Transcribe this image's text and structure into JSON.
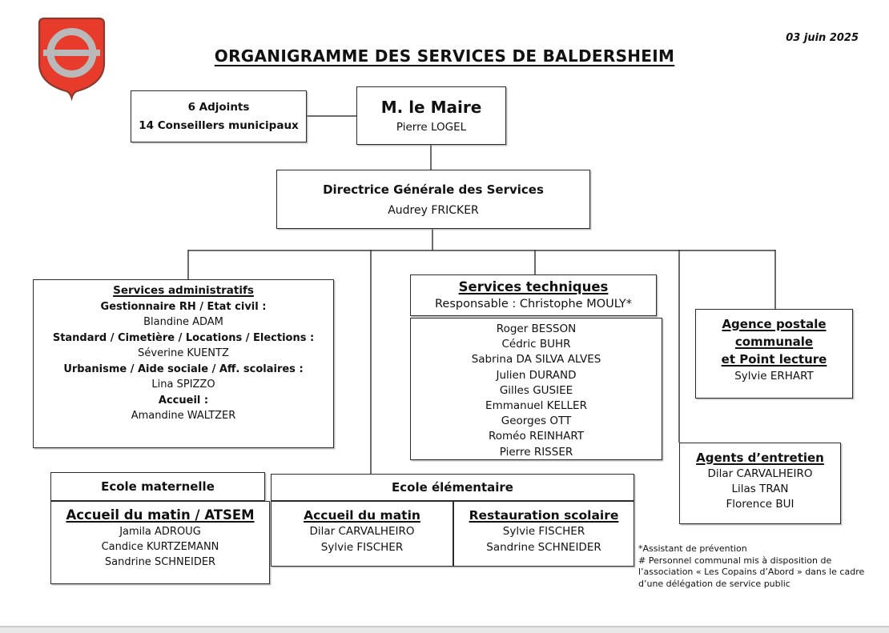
{
  "page": {
    "title": "ORGANIGRAMME DES SERVICES DE BALDERSHEIM",
    "date": "03 juin 2025",
    "logo": "baldersheim-coat-of-arms",
    "colors": {
      "shield_red": "#e73b2c",
      "shield_outline": "#8b3a30",
      "ring_gray": "#b9b9b9",
      "line": "#3a3a3a"
    }
  },
  "council": {
    "line1": "6 Adjoints",
    "line2": "14 Conseillers municipaux"
  },
  "mayor": {
    "title": "M. le Maire",
    "name": "Pierre LOGEL"
  },
  "dgs": {
    "title": "Directrice Générale des Services",
    "name": "Audrey FRICKER"
  },
  "services_administratifs": {
    "title": "Services administratifs",
    "entries": [
      {
        "role": "Gestionnaire RH / Etat civil :",
        "name": "Blandine ADAM"
      },
      {
        "role": "Standard / Cimetière / Locations / Elections :",
        "name": "Séverine KUENTZ"
      },
      {
        "role": "Urbanisme / Aide sociale / Aff. scolaires :",
        "name": "Lina SPIZZO"
      },
      {
        "role": "Accueil :",
        "name": "Amandine WALTZER"
      }
    ]
  },
  "services_techniques": {
    "title": "Services techniques",
    "responsable": "Responsable : Christophe MOULY*",
    "staff": [
      "Roger BESSON",
      "Cédric BUHR",
      "Sabrina DA SILVA ALVES",
      "Julien DURAND",
      "Gilles GUSIEE",
      "Emmanuel KELLER",
      "Georges OTT",
      "Roméo REINHART",
      "Pierre RISSER"
    ]
  },
  "agence_postale": {
    "title_lines": [
      "Agence postale",
      "communale",
      "et Point lecture"
    ],
    "name": "Sylvie ERHART"
  },
  "agents_entretien": {
    "title": "Agents d’entretien",
    "staff": [
      "Dilar CARVALHEIRO",
      "Lilas TRAN",
      "Florence BUI"
    ]
  },
  "ecole_maternelle": {
    "title": "Ecole maternelle",
    "sub": {
      "title": "Accueil du matin / ATSEM",
      "staff": [
        "Jamila ADROUG",
        "Candice KURTZEMANN",
        "Sandrine SCHNEIDER"
      ]
    }
  },
  "ecole_elementaire": {
    "title": "Ecole élémentaire",
    "accueil": {
      "title": "Accueil du matin",
      "staff": [
        "Dilar CARVALHEIRO",
        "Sylvie FISCHER"
      ]
    },
    "restauration": {
      "title": "Restauration scolaire",
      "staff": [
        "Sylvie FISCHER",
        "Sandrine SCHNEIDER"
      ]
    }
  },
  "footnotes": [
    "*Assistant de prévention",
    "# Personnel communal mis à disposition de l’association « Les Copains d’Abord » dans le cadre d’une délégation de service public"
  ]
}
